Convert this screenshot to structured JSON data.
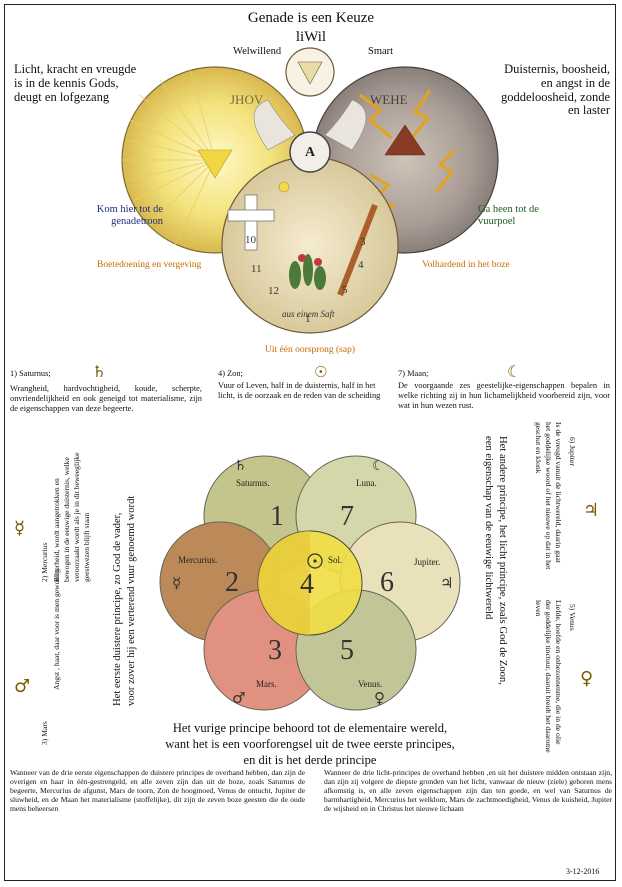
{
  "header": {
    "title": "Genade is een Keuze",
    "subtitle": "liWil"
  },
  "top_diagram": {
    "left_label": "Welwillend",
    "right_label": "Smart",
    "left_note": "Licht, kracht en vreugde is in de kennis Gods, deugt en lofgezang",
    "right_note": "Duisternis, boosheid, en angst in de goddeloosheid, zonde en laster",
    "come_here": "Kom hier tot de genadetroon",
    "go_away": "Ga heen tot de vuurpoel",
    "penance": "Boetedoening en vergeving",
    "persist": "Volhardend in het boze",
    "origin": "Uit één oorsprong (sap)",
    "jhov": "JHOV",
    "wehe": "WEHE",
    "circle_bottom": "aus einem Saft",
    "center_letter": "A"
  },
  "planet_notes": {
    "saturn_title": "1) Saturnus;",
    "saturn_body": "Wrangheid, hardvochtigheid, koude, scherpte, onvriendelijkheid en ook geneigd tot materialisme, zijn de eigenschappen van deze begeerte.",
    "sun_title": "4) Zon;",
    "sun_body": "Vuur of Leven, half in de duisternis, half in het licht, is de oorzaak en de reden van de scheiding",
    "moon_title": "7) Maan;",
    "moon_body": "De voorgaande zes geestelijke-eigenschappen bepalen in welke richting zij in hun lichamelijkheid voorbereid zijn, voor wat in hun wezen rust."
  },
  "side_texts": {
    "mercurius": "2) Mercurius",
    "mercurius_body1": "Bitterheid, wordt aangetrokken en",
    "mercurius_body2": "bewogen in de eeuwige duisternis, welke",
    "mercurius_body3": "veroorzaakt wordt als je in dit beweeglijke",
    "mercurius_body4": "geestwezen blijft staan",
    "mars": "3) Mars",
    "mars_body": "Angst , haat, daar voor is men gewoelig.",
    "first_principle_1": "Het eerste duistere principe, zo God de vader,",
    "first_principle_2": "voor zover hij een verterend vuur genoemd wordt",
    "jupiter": "6) Jupiter",
    "jupiter_body1": "Is de vreugd vanuit de lichtwereld, daarin gaat",
    "jupiter_body2": "het goddelijke woord of het nieuwe op dat in het",
    "jupiter_body3": "geschut en klonk",
    "second_principle_1": "Het andere principe, het licht principe, zoals God de Zoon,",
    "second_principle_2": "een eigenschap van de eeuwige lichtwereld",
    "venus": "5) Venus",
    "venus_body1": "Liefde, hoefde en onbezonnenme, die in de olie",
    "venus_body2": "der goddelijke tinctuur, daaruit breidt het daarome",
    "venus_body3": "leven"
  },
  "wheel": {
    "saturnus": "Saturnus.",
    "luna": "Luna.",
    "mercurius": "Mercurius.",
    "sol": "Sol.",
    "jupiter": "Jupiter.",
    "mars": "Mars.",
    "venus": "Venus.",
    "n1": "1",
    "n2": "2",
    "n3": "3",
    "n4": "4",
    "n5": "5",
    "n6": "6",
    "n7": "7"
  },
  "fire_principle": {
    "line1": "Het vurige principe behoord tot de elementaire wereld,",
    "line2": "want het is een voorforengsel uit de twee eerste principes,",
    "line3": "en dit is het derde principe"
  },
  "footer": {
    "left": "Wanneer van de drie eerste eigenschappen de duistere principes de overhand hebben, dan zijn de overigen en haar in één-gestrengeld, en alle zeven zijn dan uit de boze, zoals Saturnus de begeerte, Mercurius de afgunst, Mars de toorn, Zon de hoogmoed, Venus de ontucht, Jupiter de sluwheid, en de Maan het materialisme (stoffelijke), dit zijn de zeven boze geesten die de oude mens beheersen",
    "right": "Wanneer de drie licht-principes de overhand hebben ,en uit het duistere midden ontstaan zijn, dan zijn zij volgere de diepste gronden van het licht, vanwaar de nieuw (ziele) geboren mens afkomstig is, en alle zeven eigenschappen zijn dan ten goede, en wel van Saturnus de barmhartigheid, Mercurius het welklom, Mars de zachtmoedigheid, Venus de kuisheid, Jupiter de wijsheid en in Christus het nieuwe lichaam",
    "date": "3-12-2016"
  },
  "colors": {
    "accent_green": "#1c5c1c",
    "accent_orange": "#c96a00",
    "accent_navy": "#1f2f7a"
  },
  "icons": [
    "saturn-icon",
    "sun-icon",
    "moon-icon",
    "mercury-icon",
    "jupiter-icon",
    "mars-icon",
    "venus-icon",
    "cross-icon",
    "triangle-icon"
  ]
}
